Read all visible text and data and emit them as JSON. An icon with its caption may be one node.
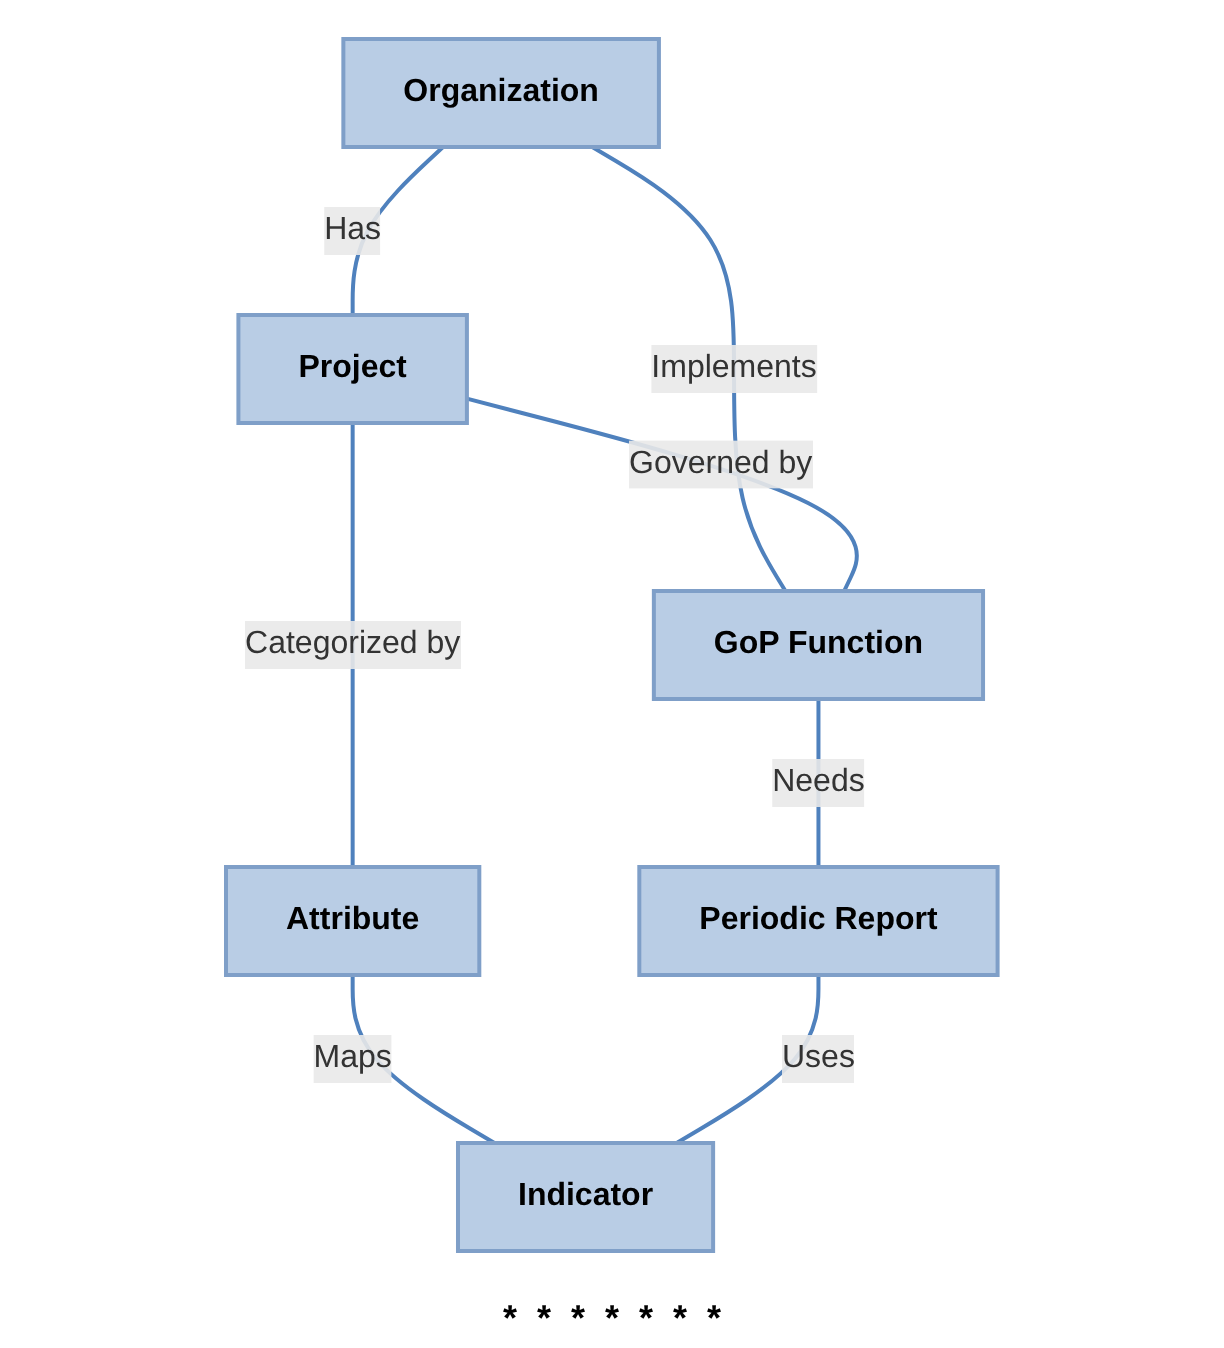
{
  "diagram": {
    "nodes": [
      {
        "text": [
          "Organization"
        ]
      },
      {
        "text": [
          "Project"
        ]
      },
      {
        "text": [
          "GoP Function"
        ]
      },
      {
        "text": [
          "Attribute"
        ]
      },
      {
        "text": [
          "Periodic Report"
        ]
      },
      {
        "text": [
          "Indicator"
        ]
      }
    ],
    "edges": [
      {
        "from": 0,
        "to": 1,
        "arrow": "none",
        "label": "Has"
      },
      {
        "from": 0,
        "to": 2,
        "arrow": "none",
        "label": "Implements"
      },
      {
        "from": 1,
        "to": 2,
        "arrow": "none",
        "label": "Governed by"
      },
      {
        "from": 1,
        "to": 3,
        "arrow": "none",
        "label": "Categorized by"
      },
      {
        "from": 2,
        "to": 4,
        "arrow": "none",
        "label": "Needs"
      },
      {
        "from": 3,
        "to": 5,
        "arrow": "none",
        "label": "Maps"
      },
      {
        "from": 4,
        "to": 5,
        "arrow": "none",
        "label": "Uses"
      }
    ],
    "labels": [
      "*",
      "*",
      "*",
      "*",
      "*",
      "*",
      "*"
    ]
  }
}
